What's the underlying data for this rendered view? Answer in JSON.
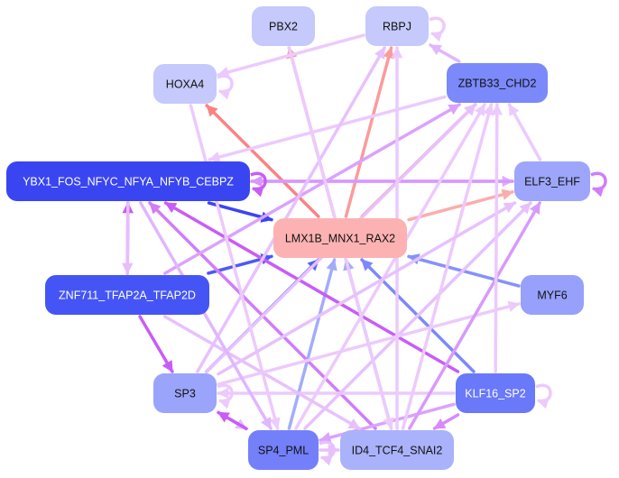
{
  "diagram": {
    "type": "directed-network",
    "nodes": [
      {
        "id": "PBX2",
        "label": "PBX2",
        "fill": "#c5c9fb",
        "text": "#111111"
      },
      {
        "id": "RBPJ",
        "label": "RBPJ",
        "fill": "#c5c9fb",
        "text": "#111111"
      },
      {
        "id": "HOXA4",
        "label": "HOXA4",
        "fill": "#c5c9fb",
        "text": "#111111"
      },
      {
        "id": "ZBTB33_CHD2",
        "label": "ZBTB33_CHD2",
        "fill": "#7b89fb",
        "text": "#111111"
      },
      {
        "id": "YBX1",
        "label": "YBX1_FOS_NFYC_NFYA_NFYB_CEBPZ",
        "fill": "#3a45f2",
        "text": "#ffffff"
      },
      {
        "id": "ELF3_EHF",
        "label": "ELF3_EHF",
        "fill": "#9da6fb",
        "text": "#111111"
      },
      {
        "id": "LMX1B",
        "label": "LMX1B_MNX1_RAX2",
        "fill": "#fcb2b2",
        "text": "#111111"
      },
      {
        "id": "ZNF711",
        "label": "ZNF711_TFAP2A_TFAP2D",
        "fill": "#4555f5",
        "text": "#ffffff"
      },
      {
        "id": "MYF6",
        "label": "MYF6",
        "fill": "#97a0fb",
        "text": "#111111"
      },
      {
        "id": "SP3",
        "label": "SP3",
        "fill": "#9ba4fb",
        "text": "#111111"
      },
      {
        "id": "KLF16_SP2",
        "label": "KLF16_SP2",
        "fill": "#6a78fa",
        "text": "#ffffff"
      },
      {
        "id": "SP4_PML",
        "label": "SP4_PML",
        "fill": "#7480fa",
        "text": "#111111"
      },
      {
        "id": "ID4_TCF4_SNAI2",
        "label": "ID4_TCF4_SNAI2",
        "fill": "#aab2fb",
        "text": "#111111"
      }
    ],
    "edges": [
      {
        "from": "LMX1B",
        "to": "PBX2",
        "color": "#fb9b9b"
      },
      {
        "from": "LMX1B",
        "to": "RBPJ",
        "color": "#fb9b9b"
      },
      {
        "from": "LMX1B",
        "to": "HOXA4",
        "color": "#fb8383"
      },
      {
        "from": "LMX1B",
        "to": "ZBTB33_CHD2",
        "color": "#fb8c8c"
      },
      {
        "from": "LMX1B",
        "to": "ELF3_EHF",
        "color": "#fbadad"
      },
      {
        "from": "YBX1",
        "to": "LMX1B",
        "color": "#3a45f2"
      },
      {
        "from": "ZNF711",
        "to": "LMX1B",
        "color": "#4a5af5"
      },
      {
        "from": "SP3",
        "to": "LMX1B",
        "color": "#5061f6"
      },
      {
        "from": "SP4_PML",
        "to": "LMX1B",
        "color": "#a3acfb"
      },
      {
        "from": "ID4_TCF4_SNAI2",
        "to": "LMX1B",
        "color": "#a3acfb"
      },
      {
        "from": "KLF16_SP2",
        "to": "LMX1B",
        "color": "#7b89fb"
      },
      {
        "from": "MYF6",
        "to": "LMX1B",
        "color": "#8592fb"
      },
      {
        "from": "RBPJ",
        "to": "HOXA4",
        "color": "#eccafd"
      },
      {
        "from": "ZBTB33_CHD2",
        "to": "RBPJ",
        "color": "#e0b6fd"
      },
      {
        "from": "ELF3_EHF",
        "to": "ZBTB33_CHD2",
        "color": "#eccafd"
      },
      {
        "from": "ZBTB33_CHD2",
        "to": "YBX1",
        "color": "#eccafd"
      },
      {
        "from": "YBX1",
        "to": "ELF3_EHF",
        "color": "#e0aefd"
      },
      {
        "from": "ELF3_EHF",
        "to": "YBX1",
        "color": "#d897fd"
      },
      {
        "from": "ZNF711",
        "to": "YBX1",
        "color": "#c95cf8"
      },
      {
        "from": "YBX1",
        "to": "ZNF711",
        "color": "#e7bdfd"
      },
      {
        "from": "KLF16_SP2",
        "to": "YBX1",
        "color": "#c95cf8"
      },
      {
        "from": "ID4_TCF4_SNAI2",
        "to": "YBX1",
        "color": "#d27cf9"
      },
      {
        "from": "SP3",
        "to": "ZBTB33_CHD2",
        "color": "#e7c1fd"
      },
      {
        "from": "ZNF711",
        "to": "ZBTB33_CHD2",
        "color": "#dba2fd"
      },
      {
        "from": "ZNF711",
        "to": "SP3",
        "color": "#c95cf8"
      },
      {
        "from": "SP3",
        "to": "SP4_PML",
        "color": "#e7bdfd"
      },
      {
        "from": "SP4_PML",
        "to": "SP3",
        "color": "#c95cf8"
      },
      {
        "from": "KLF16_SP2",
        "to": "SP3",
        "color": "#eccafd"
      },
      {
        "from": "KLF16_SP2",
        "to": "SP4_PML",
        "color": "#dba2fd"
      },
      {
        "from": "KLF16_SP2",
        "to": "ID4_TCF4_SNAI2",
        "color": "#d889fb"
      },
      {
        "from": "SP4_PML",
        "to": "ELF3_EHF",
        "color": "#e7c1fd"
      },
      {
        "from": "ID4_TCF4_SNAI2",
        "to": "ZBTB33_CHD2",
        "color": "#eccafd"
      },
      {
        "from": "SP4_PML",
        "to": "ZBTB33_CHD2",
        "color": "#eccafd"
      },
      {
        "from": "ID4_TCF4_SNAI2",
        "to": "RBPJ",
        "color": "#eccafd"
      },
      {
        "from": "SP3",
        "to": "RBPJ",
        "color": "#e7c1fd"
      },
      {
        "from": "PBX2",
        "to": "ID4_TCF4_SNAI2",
        "color": "#eccafd"
      },
      {
        "from": "HOXA4",
        "to": "SP4_PML",
        "color": "#eccafd"
      },
      {
        "from": "ZNF711",
        "to": "ID4_TCF4_SNAI2",
        "color": "#e7c1fd"
      },
      {
        "from": "SP3",
        "to": "ELF3_EHF",
        "color": "#e7c1fd"
      },
      {
        "from": "SP3",
        "to": "MYF6",
        "color": "#eccafd"
      },
      {
        "from": "ID4_TCF4_SNAI2",
        "to": "ELF3_EHF",
        "color": "#d89afd"
      },
      {
        "from": "YBX1",
        "to": "SP4_PML",
        "color": "#e0b6fd"
      },
      {
        "from": "KLF16_SP2",
        "to": "ZBTB33_CHD2",
        "color": "#eccafd"
      },
      {
        "from": "SP4_PML",
        "to": "ID4_TCF4_SNAI2",
        "color": "#e7c1fd"
      }
    ],
    "self_loops": [
      {
        "node": "RBPJ",
        "color": "#eccafd"
      },
      {
        "node": "HOXA4",
        "color": "#eccafd"
      },
      {
        "node": "YBX1",
        "color": "#c95cf8"
      },
      {
        "node": "ELF3_EHF",
        "color": "#d27cf9"
      },
      {
        "node": "KLF16_SP2",
        "color": "#eccafd"
      },
      {
        "node": "SP3",
        "color": "#eccafd"
      },
      {
        "node": "SP4_PML",
        "color": "#e7c1fd"
      }
    ]
  }
}
